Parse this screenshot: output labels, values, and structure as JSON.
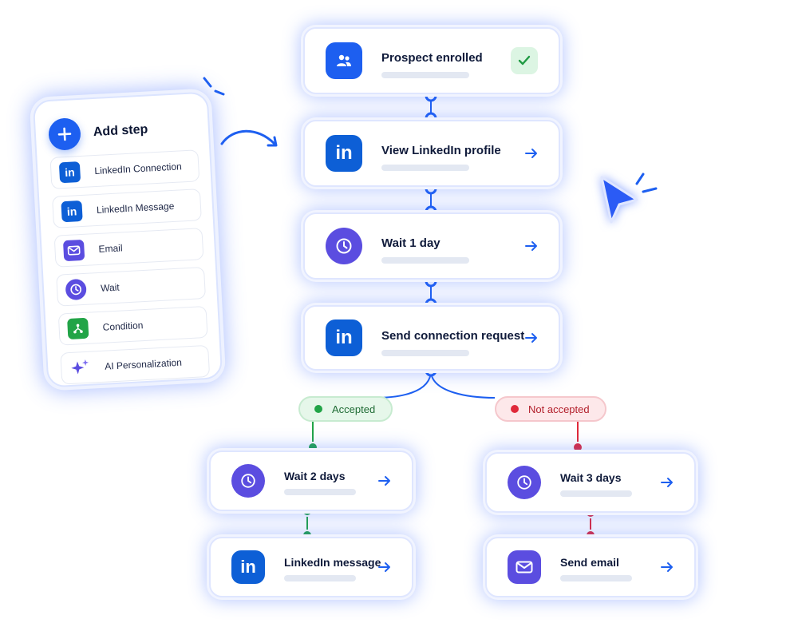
{
  "palette": {
    "title": "Add step",
    "items": [
      {
        "label": "LinkedIn Connection",
        "icon": "linkedin-icon"
      },
      {
        "label": "LinkedIn Message",
        "icon": "linkedin-icon"
      },
      {
        "label": "Email",
        "icon": "mail-icon"
      },
      {
        "label": "Wait",
        "icon": "clock-icon"
      },
      {
        "label": "Condition",
        "icon": "branch-icon"
      },
      {
        "label": "AI Personalization",
        "icon": "sparkle-icon"
      }
    ]
  },
  "flow": {
    "steps": [
      {
        "title": "Prospect enrolled",
        "icon": "users-icon",
        "status": "check-icon"
      },
      {
        "title": "View LinkedIn profile",
        "icon": "linkedin-icon"
      },
      {
        "title": "Wait 1 day",
        "icon": "clock-icon"
      },
      {
        "title": "Send connection request",
        "icon": "linkedin-icon"
      }
    ],
    "branches": [
      {
        "label": "Accepted",
        "color": "#22a447",
        "steps": [
          {
            "title": "Wait 2 days",
            "icon": "clock-icon"
          },
          {
            "title": "LinkedIn message",
            "icon": "linkedin-icon"
          }
        ]
      },
      {
        "label": "Not accepted",
        "color": "#e0293a",
        "steps": [
          {
            "title": "Wait 3 days",
            "icon": "clock-icon"
          },
          {
            "title": "Send email",
            "icon": "mail-icon"
          }
        ]
      }
    ]
  },
  "colors": {
    "primary": "#1d5ff0",
    "linkedin": "#0d5fd6",
    "purple": "#5b4de0",
    "accepted": "#22a447",
    "rejected": "#e0293a",
    "glow": "#426eff"
  }
}
